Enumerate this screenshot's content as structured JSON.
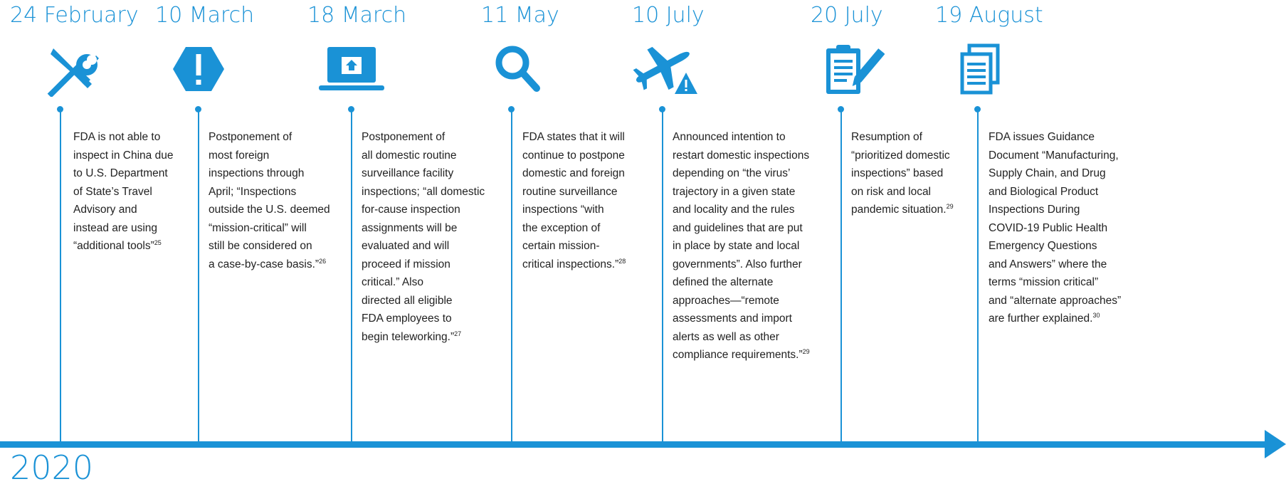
{
  "year": "2020",
  "events": [
    {
      "date": "24 February",
      "icon": "tools-icon",
      "lines": [
        "FDA is not able to",
        "inspect in China due",
        "to U.S. Department",
        "of State’s Travel",
        "Advisory and",
        "instead are using",
        "“additional tools”"
      ],
      "footnote": "25"
    },
    {
      "date": "10 March",
      "icon": "alert-octagon-icon",
      "lines": [
        "Postponement of",
        "most foreign",
        "inspections through",
        "April; “Inspections",
        "outside the U.S. deemed",
        "“mission-critical” will",
        "still be considered on",
        "a case-by-case basis.”"
      ],
      "footnote": "26"
    },
    {
      "date": "18 March",
      "icon": "laptop-home-icon",
      "lines": [
        "Postponement of",
        "all domestic routine",
        "surveillance facility",
        "inspections; “all domestic",
        "for-cause inspection",
        "assignments will be",
        "evaluated and will",
        "proceed if mission",
        "critical.” Also",
        "directed all eligible",
        "FDA employees to",
        "begin teleworking.”"
      ],
      "footnote": "27"
    },
    {
      "date": "11 May",
      "icon": "magnifier-icon",
      "lines": [
        "FDA states that it will",
        "continue to postpone",
        "domestic and foreign",
        "routine surveillance",
        "inspections “with",
        "the exception of",
        "certain mission-",
        "critical inspections.”"
      ],
      "footnote": "28"
    },
    {
      "date": "10 July",
      "icon": "airplane-warning-icon",
      "lines": [
        "Announced intention to",
        "restart domestic inspections",
        "depending on “the virus’",
        "trajectory in a given state",
        "and locality and the rules",
        "and guidelines that are put",
        "in place by state and local",
        "governments”. Also further",
        "defined the alternate",
        "approaches—“remote",
        "assessments and import",
        "alerts as well as other",
        "compliance requirements.”"
      ],
      "footnote": "29"
    },
    {
      "date": "20 July",
      "icon": "clipboard-pen-icon",
      "lines": [
        "Resumption of",
        "“prioritized domestic",
        "inspections” based",
        "on risk and local",
        "pandemic situation."
      ],
      "footnote": "29"
    },
    {
      "date": "19 August",
      "icon": "documents-icon",
      "lines": [
        "FDA issues Guidance",
        "Document “Manufacturing,",
        "Supply Chain, and Drug",
        "and Biological Product",
        "Inspections During",
        "COVID-19 Public Health",
        "Emergency Questions",
        "and Answers” where the",
        "terms “mission critical”",
        "and “alternate approaches”",
        "are further explained."
      ],
      "footnote": "30"
    }
  ]
}
